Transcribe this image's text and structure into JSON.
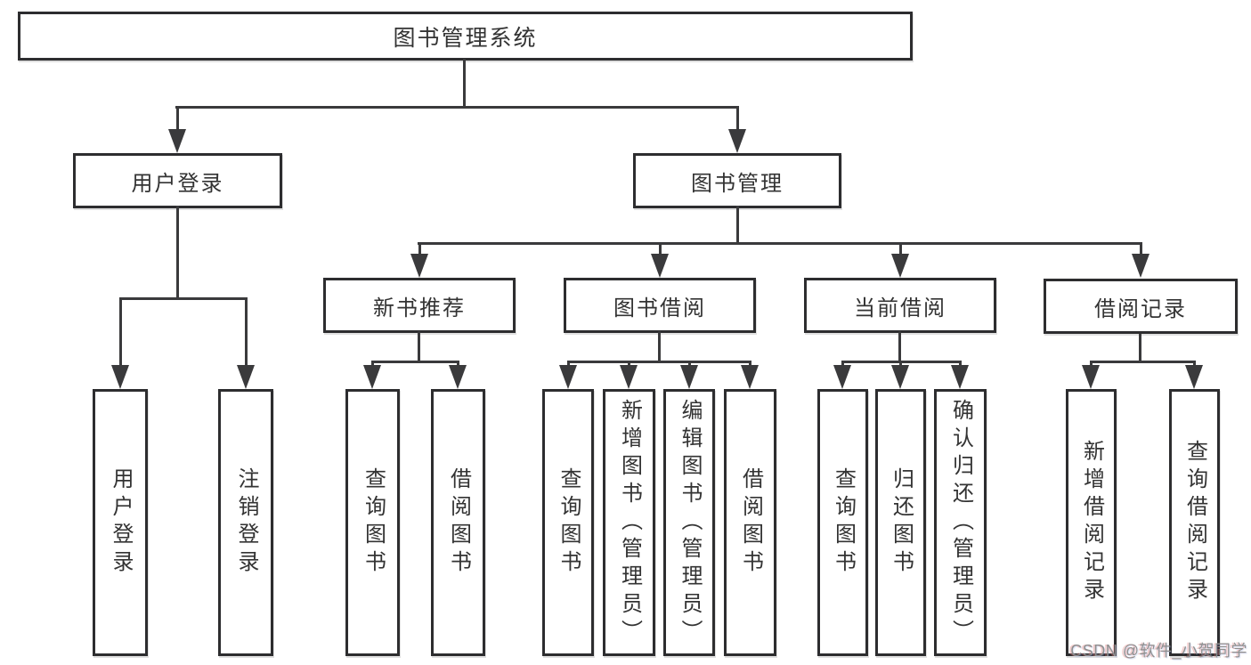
{
  "diagram": {
    "root": {
      "label": "图书管理系统"
    },
    "level1": [
      {
        "label": "用户登录"
      },
      {
        "label": "图书管理"
      }
    ],
    "level2": [
      {
        "label": "新书推荐"
      },
      {
        "label": "图书借阅"
      },
      {
        "label": "当前借阅"
      },
      {
        "label": "借阅记录"
      }
    ],
    "leaves": {
      "user_login": [
        "用户登录",
        "注销登录"
      ],
      "new_book_recommend": [
        "查询图书",
        "借阅图书"
      ],
      "book_borrow": [
        "查询图书",
        "新增图书（管理员）",
        "编辑图书（管理员）",
        "借阅图书"
      ],
      "current_borrow": [
        "查询图书",
        "归还图书",
        "确认归还（管理员）"
      ],
      "borrow_records": [
        "新增借阅记录",
        "查询借阅记录"
      ]
    }
  },
  "watermark": {
    "text": "CSDN @软件_小贺同学"
  },
  "colors": {
    "line": "#3a3a3c",
    "box_border": "#2d2d2f",
    "text": "#333333",
    "background": "#ffffff",
    "watermark": "#8f8f8f"
  }
}
